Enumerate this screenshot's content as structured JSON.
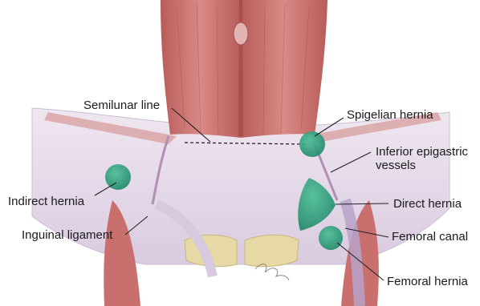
{
  "labels": {
    "semilunar_line": "Semilunar line",
    "spigelian_hernia": "Spigelian hernia",
    "inferior_epigastric_vessels_line1": "Inferior epigastric",
    "inferior_epigastric_vessels_line2": "vessels",
    "indirect_hernia": "Indirect hernia",
    "direct_hernia": "Direct hernia",
    "inguinal_ligament": "Inguinal ligament",
    "femoral_canal": "Femoral canal",
    "femoral_hernia": "Femoral hernia"
  },
  "colors": {
    "muscle": "#c9706e",
    "muscle_dark": "#a84a4a",
    "fascia": "#e6dce8",
    "fascia_shadow": "#c9b9d3",
    "hernia_green": "#2f9f7a",
    "bone": "#e6d9a6",
    "leader_line": "#222222"
  }
}
